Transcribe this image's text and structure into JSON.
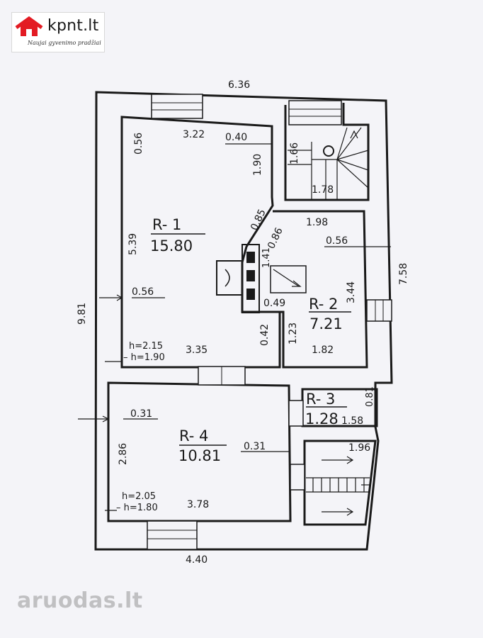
{
  "logo": {
    "brand": "kpnt.lt",
    "slogan": "Naujai gyvenimo pradžiai"
  },
  "plan": {
    "total_width": "6.36",
    "total_height": "9.81",
    "bottom_width": "4.40",
    "right_height": "7.58",
    "dims": {
      "top_wall": "0.56",
      "r1_top": "3.22",
      "r1_top_b": "0.40",
      "stair_1_90": "1.90",
      "stair_1_66": "1.66",
      "stair_1_78": "1.78",
      "r1_height": "5.39",
      "r1_wall_left": "0.56",
      "diag_085": "0.85",
      "diag_086": "0.86",
      "r2_top": "1.98",
      "r2_wall": "0.56",
      "r2_141": "1.41",
      "r2_049": "0.49",
      "r2_height": "3.44",
      "r2_042": "0.42",
      "r2_123": "1.23",
      "r1_bottom": "3.35",
      "r2_bottom": "1.82",
      "r3_side": "0.81",
      "r3_width": "1.58",
      "r4_031_left": "0.31",
      "r4_031_right": "0.31",
      "r4_height": "2.86",
      "r4_bottom": "3.78",
      "corridor_196": "1.96"
    },
    "rooms": {
      "r1": {
        "label": "R- 1",
        "area": "15.80",
        "h1": "h=2.15",
        "h2": "– h=1.90"
      },
      "r2": {
        "label": "R- 2",
        "area": "7.21"
      },
      "r3": {
        "label": "R- 3",
        "area": "1.28"
      },
      "r4": {
        "label": "R- 4",
        "area": "10.81",
        "h1": "h=2.05",
        "h2": "– h=1.80"
      }
    }
  },
  "watermark": "aruodas.lt"
}
